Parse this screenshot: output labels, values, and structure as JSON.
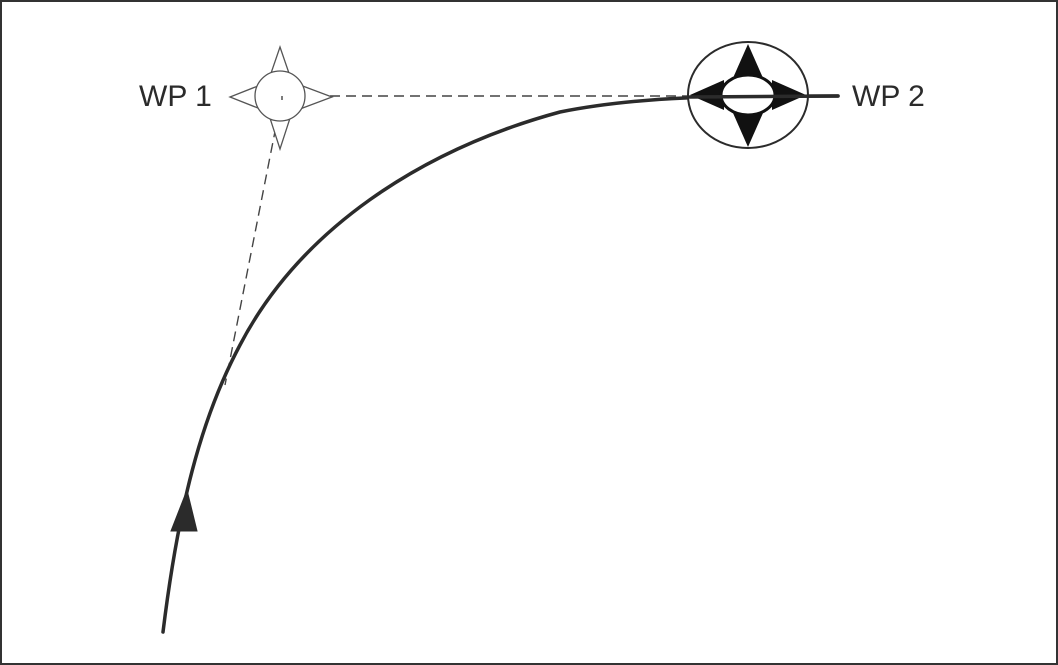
{
  "diagram": {
    "waypoints": [
      {
        "id": "wp1",
        "label": "WP 1",
        "symbol": "waypoint-hollow-star-icon"
      },
      {
        "id": "wp2",
        "label": "WP 2",
        "symbol": "waypoint-active-ellipse-icon"
      }
    ],
    "path": {
      "direction_arrow": "track-direction-arrow-icon",
      "style": "solid curved track"
    },
    "leg_lines": {
      "style": "dashed"
    },
    "colors": {
      "stroke": "#2b2b2b",
      "frame": "#333333",
      "background": "#ffffff"
    }
  }
}
